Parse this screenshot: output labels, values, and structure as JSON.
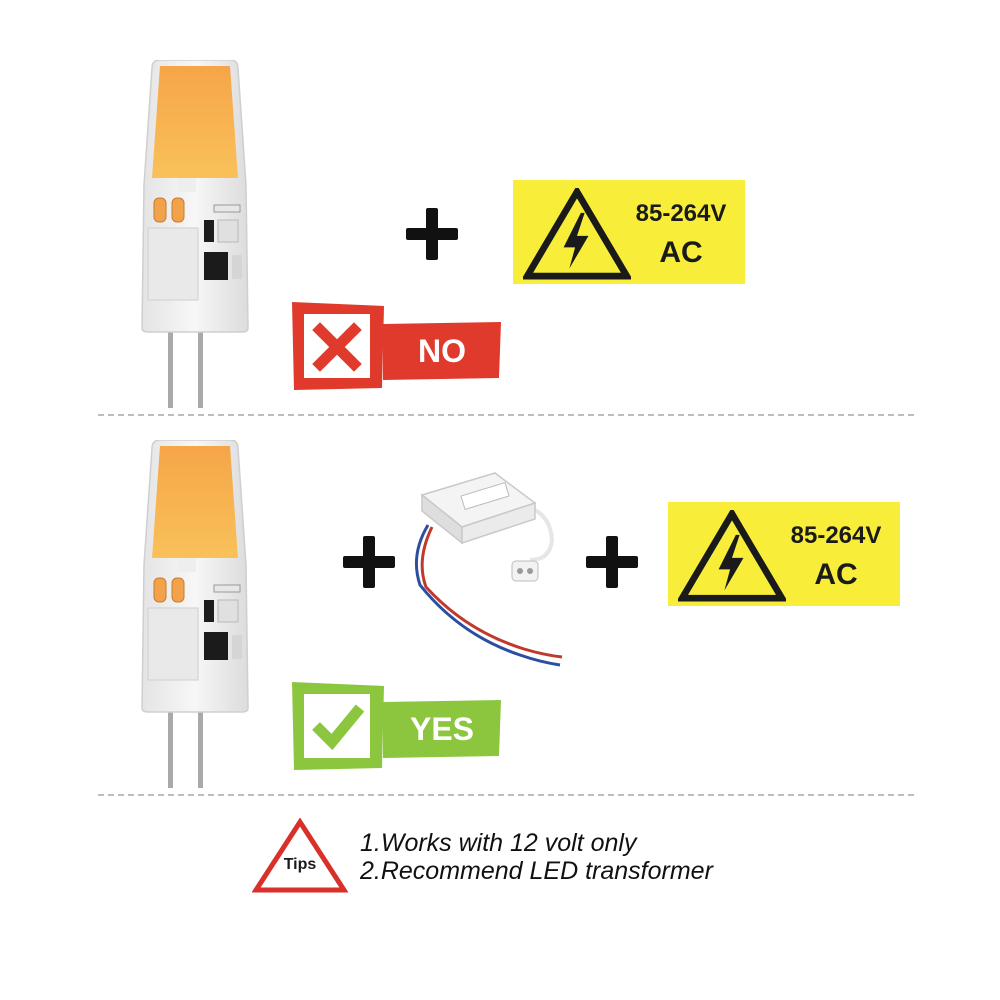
{
  "rows": [
    {
      "voltage": "85-264V",
      "current": "AC",
      "verdict": "NO"
    },
    {
      "voltage": "85-264V",
      "current": "AC",
      "verdict": "YES"
    }
  ],
  "tips": {
    "badge": "Tips",
    "lines": [
      "1.Works with 12 volt only",
      "2.Recommend LED transformer"
    ]
  },
  "colors": {
    "warning_yellow": "#f8ee3a",
    "no_red": "#e03a2c",
    "yes_green": "#8cc63f",
    "bulb_amber": "#f7b04a",
    "tips_red": "#d9302a"
  },
  "icons": [
    "high-voltage-icon",
    "cross-icon",
    "check-icon",
    "warning-triangle-icon",
    "led-transformer-icon"
  ]
}
